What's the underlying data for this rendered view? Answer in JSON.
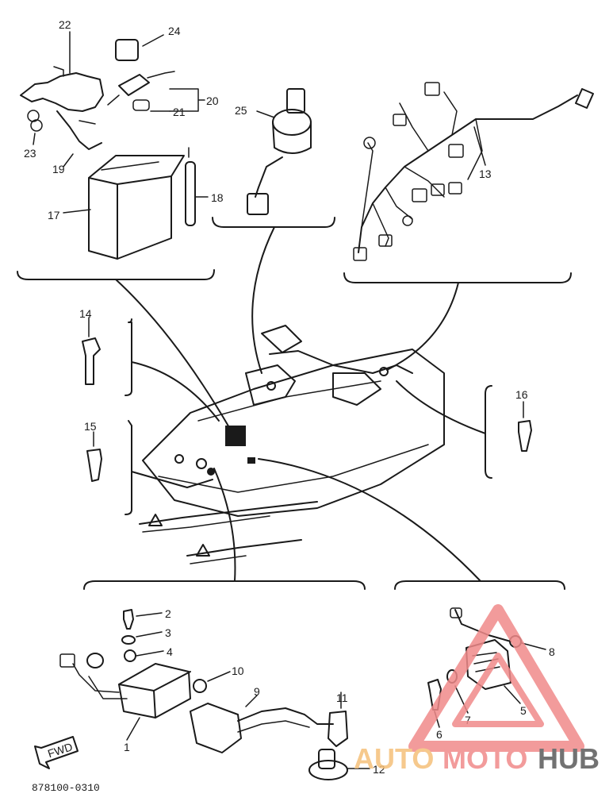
{
  "diagram": {
    "part_code": "878100-0310",
    "fwd_label": "FWD",
    "callouts": [
      "1",
      "2",
      "3",
      "4",
      "5",
      "6",
      "7",
      "8",
      "9",
      "10",
      "11",
      "12",
      "13",
      "14",
      "15",
      "16",
      "17",
      "18",
      "19",
      "20",
      "21",
      "22",
      "23",
      "24",
      "25"
    ]
  },
  "watermark": {
    "text_auto": "AUTO",
    "text_moto": "MOTO",
    "text_hub": "HUB",
    "color_primary": "#f08a8a",
    "color_secondary": "#f5c07a",
    "color_dark": "#5a5a5a"
  }
}
